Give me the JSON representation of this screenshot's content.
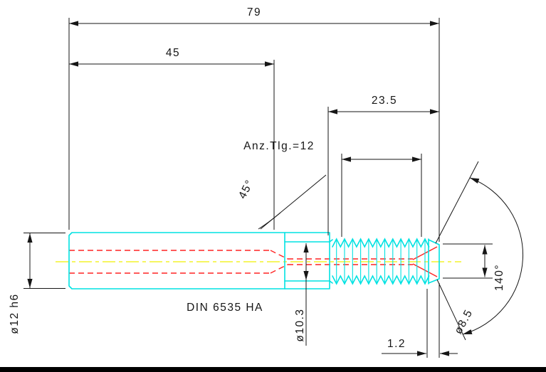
{
  "drawing": {
    "standard_label": "DIN 6535 HA",
    "dimensions": {
      "overall_length": "79",
      "shank_length": "45",
      "thread_length": "23.5",
      "pitch_count": "Anz.Tlg.=12",
      "chamfer_angle": "45°",
      "point_angle": "140°",
      "shank_diameter": "ø12 h6",
      "neck_diameter": "ø10.3",
      "tip_diameter": "ø8.5",
      "tip_land": "1.2"
    },
    "colors": {
      "outline": "#00e2e2",
      "hidden": "#ff2222",
      "centerline": "#f0f000",
      "dimension": "#161616"
    }
  }
}
